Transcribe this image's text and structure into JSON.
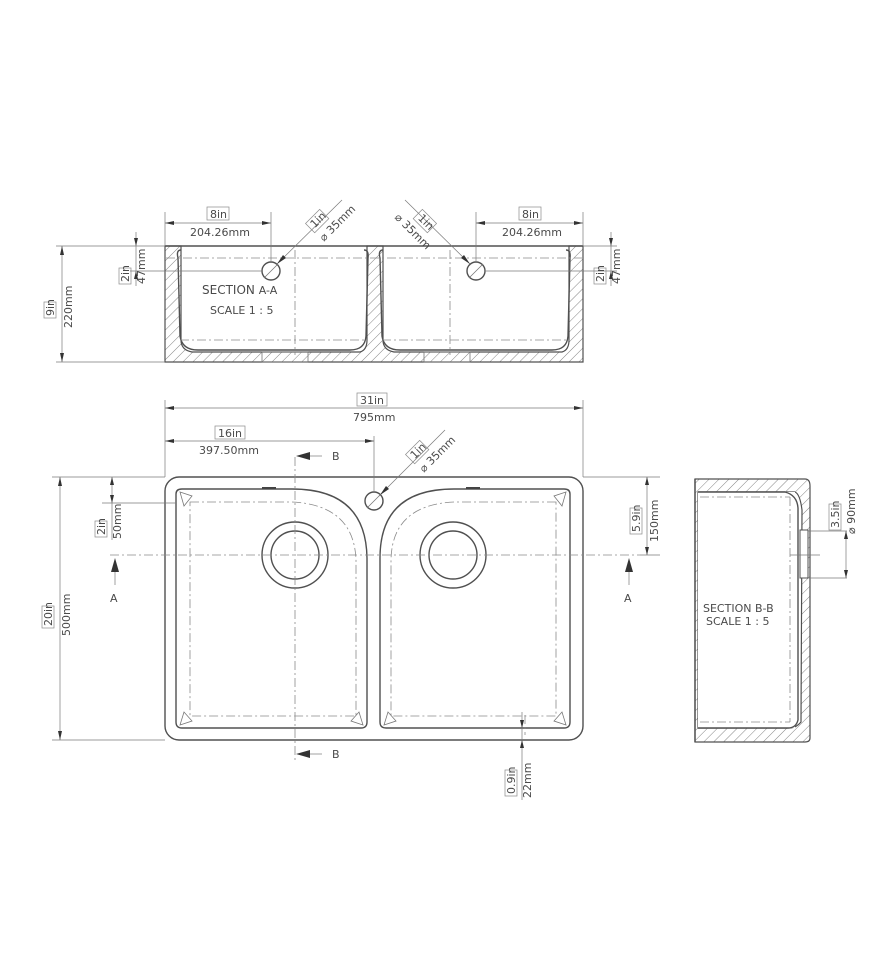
{
  "drawing": {
    "title": "Double bowl sink technical drawing",
    "section_aa": {
      "title_prefix": "SECTION",
      "title_suffix": "A-A",
      "scale": "SCALE 1 : 5",
      "dims": {
        "left_offset_in": "8in",
        "left_offset_mm": "204.26mm",
        "right_offset_in": "8in",
        "right_offset_mm": "204.26mm",
        "left_hole_in": "1in",
        "left_hole_mm": "⌀ 35mm",
        "right_hole_in": "1in",
        "right_hole_mm": "⌀ 35mm",
        "height_in": "9in",
        "height_mm": "220mm",
        "left_hole_depth_in": "2in",
        "left_hole_depth_mm": "47mm",
        "right_hole_depth_in": "2in",
        "right_hole_depth_mm": "47mm"
      }
    },
    "plan_view": {
      "dims": {
        "width_in": "31in",
        "width_mm": "795mm",
        "center_in": "16in",
        "center_mm": "397.50mm",
        "tap_hole_in": "1in",
        "tap_hole_mm": "⌀ 35mm",
        "depth_in": "20in",
        "depth_mm": "500mm",
        "rim_in": "2in",
        "rim_mm": "50mm",
        "waste_offset_in": "5.9in",
        "waste_offset_mm": "150mm",
        "front_in": "0.9in",
        "front_mm": "22mm"
      },
      "section_marks": {
        "a_left": "A",
        "a_right": "A",
        "b_top": "B",
        "b_bottom": "B"
      }
    },
    "section_bb": {
      "title": "SECTION B-B",
      "scale": "SCALE 1 : 5",
      "dims": {
        "overflow_in": "3.5in",
        "overflow_mm": "⌀ 90mm"
      }
    }
  }
}
